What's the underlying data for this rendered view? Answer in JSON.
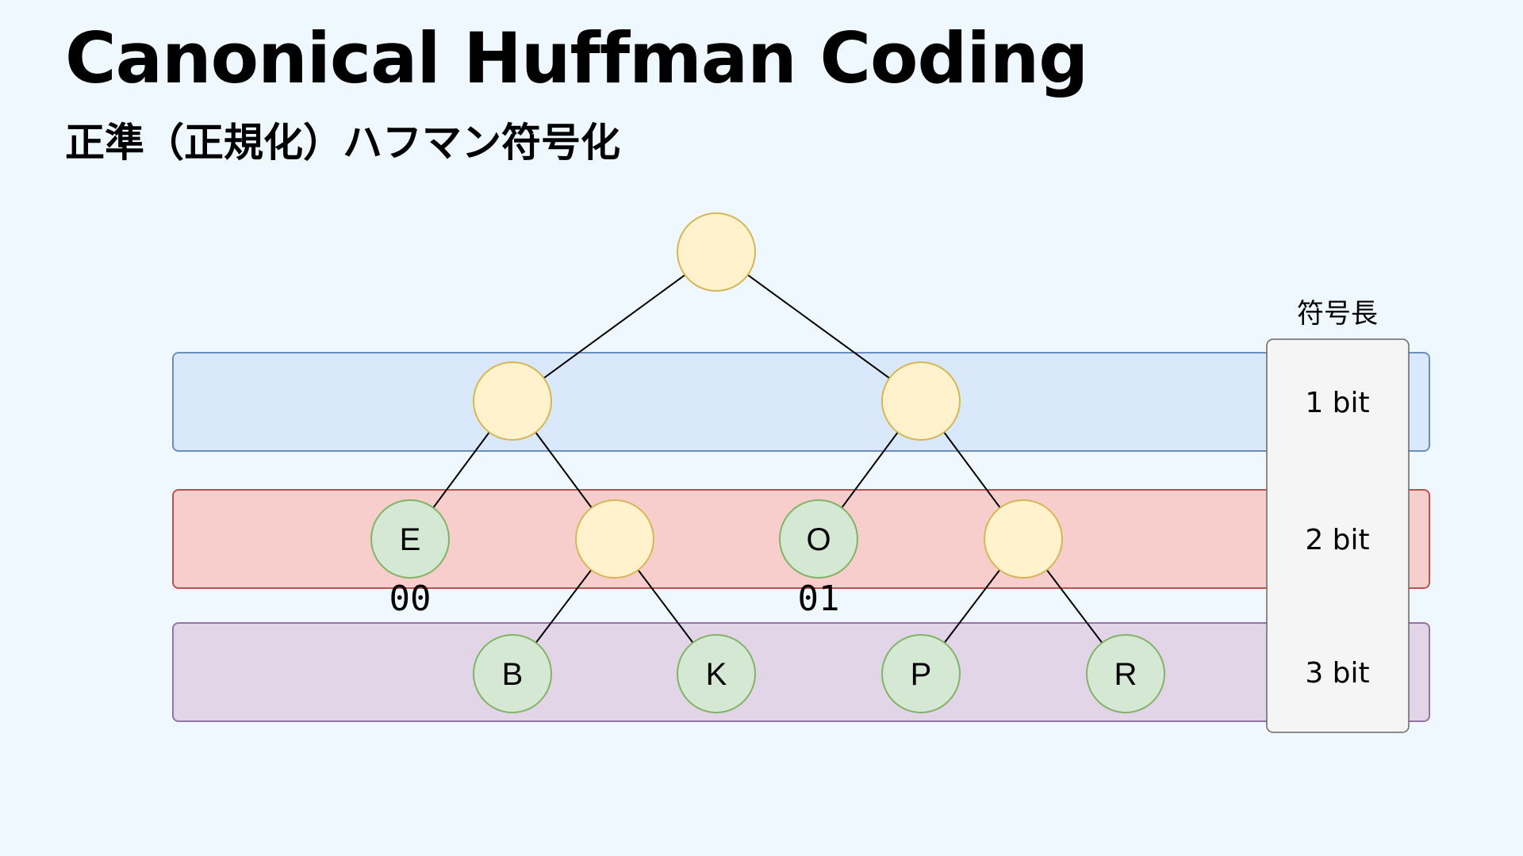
{
  "title": "Canonical Huffman Coding",
  "subtitle": "正準（正規化）ハフマン符号化",
  "code_length_header": "符号長",
  "levels": [
    {
      "label": "1 bit",
      "fill": "#dae8fc",
      "stroke": "#6c8ebf"
    },
    {
      "label": "2 bit",
      "fill": "#f8cecc",
      "stroke": "#b85450"
    },
    {
      "label": "3 bit",
      "fill": "#e1d5e7",
      "stroke": "#9673a6"
    }
  ],
  "colors": {
    "internal_fill": "#fff2cc",
    "internal_stroke": "#d6b656",
    "leaf_fill": "#d5e8d4",
    "leaf_stroke": "#82b366",
    "length_panel_fill": "#f5f5f5",
    "length_panel_stroke": "#666666"
  },
  "tree": {
    "nodes": [
      {
        "id": "root",
        "type": "internal",
        "label": ""
      },
      {
        "id": "n1",
        "type": "internal",
        "label": ""
      },
      {
        "id": "n2",
        "type": "internal",
        "label": ""
      },
      {
        "id": "E",
        "type": "leaf",
        "label": "E",
        "code": "00"
      },
      {
        "id": "n3",
        "type": "internal",
        "label": ""
      },
      {
        "id": "O",
        "type": "leaf",
        "label": "O",
        "code": "01"
      },
      {
        "id": "n4",
        "type": "internal",
        "label": ""
      },
      {
        "id": "B",
        "type": "leaf",
        "label": "B"
      },
      {
        "id": "K",
        "type": "leaf",
        "label": "K"
      },
      {
        "id": "P",
        "type": "leaf",
        "label": "P"
      },
      {
        "id": "R",
        "type": "leaf",
        "label": "R"
      }
    ],
    "edges": [
      [
        "root",
        "n1"
      ],
      [
        "root",
        "n2"
      ],
      [
        "n1",
        "E"
      ],
      [
        "n1",
        "n3"
      ],
      [
        "n2",
        "O"
      ],
      [
        "n2",
        "n4"
      ],
      [
        "n3",
        "B"
      ],
      [
        "n3",
        "K"
      ],
      [
        "n4",
        "P"
      ],
      [
        "n4",
        "R"
      ]
    ]
  }
}
